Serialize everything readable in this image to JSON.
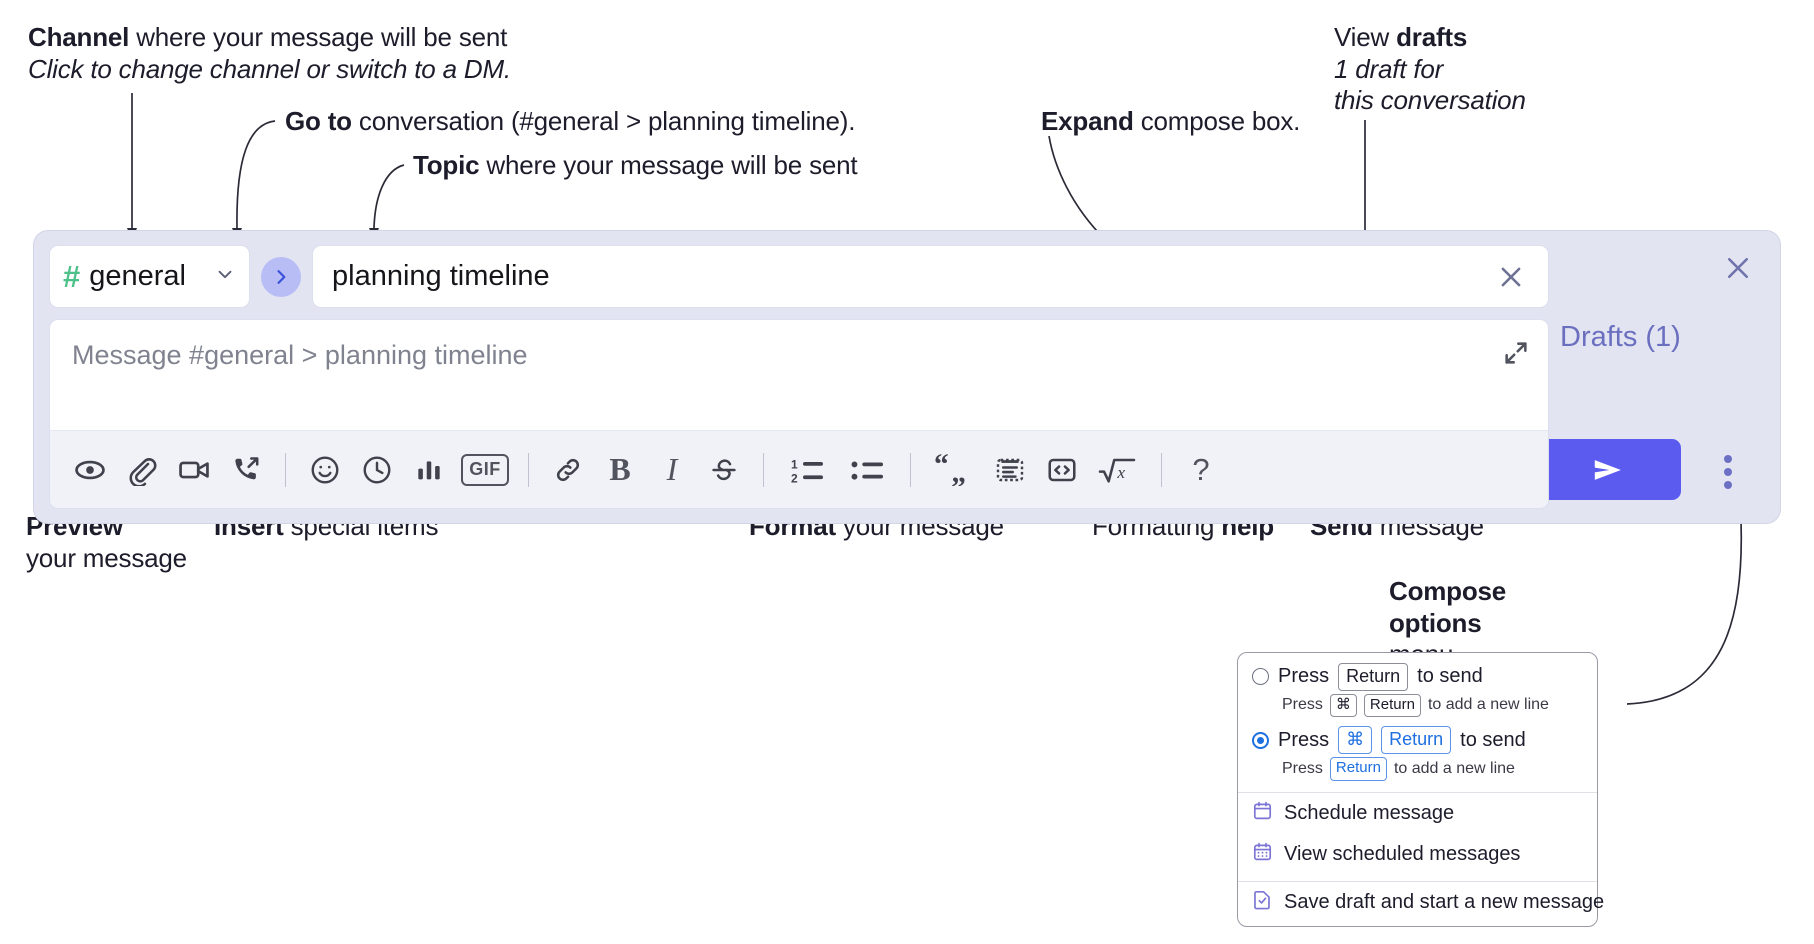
{
  "annotations": {
    "channel": {
      "bold": "Channel",
      "rest": " where your message will be sent",
      "italic": "Click to change channel or switch to a DM."
    },
    "goto": {
      "bold": "Go to",
      "rest": " conversation (#general > planning timeline)."
    },
    "topic": {
      "bold": "Topic",
      "rest": " where your message will be sent"
    },
    "expand": {
      "bold": "Expand",
      "rest": " compose box."
    },
    "drafts": {
      "pre": "View ",
      "bold": "drafts",
      "italic1": "1 draft for",
      "italic2": "this conversation"
    },
    "preview": {
      "bold": "Preview",
      "rest": "your message"
    },
    "insert": {
      "bold": "Insert",
      "rest": " special items"
    },
    "format": {
      "bold": "Format",
      "rest": " your message"
    },
    "help": {
      "pre": "Formatting ",
      "bold": "help"
    },
    "send": {
      "bold": "Send",
      "rest": " message"
    },
    "compose_options": {
      "bold1": "Compose",
      "bold2": "options",
      "rest": "menu"
    }
  },
  "compose": {
    "channel_chip": {
      "hash": "#",
      "name": "general",
      "chevron": "chevron-down"
    },
    "go_button": "go-to-conversation",
    "topic": {
      "value": "planning timeline",
      "clear": "clear-topic"
    },
    "editor": {
      "placeholder": "Message #general > planning timeline"
    },
    "expand_label": "expand-compose",
    "drafts_label": "Drafts (1)",
    "close_label": "close",
    "send_label": "send",
    "options_label": "compose-options",
    "toolbar": [
      {
        "name": "preview-icon",
        "label": "Preview"
      },
      {
        "name": "attachment-icon",
        "label": "Attach file"
      },
      {
        "name": "video-icon",
        "label": "Record video clip"
      },
      {
        "name": "audio-icon",
        "label": "Record audio clip"
      },
      {
        "sep": true
      },
      {
        "name": "emoji-icon",
        "label": "Emoji"
      },
      {
        "name": "clock-icon",
        "label": "Reminder"
      },
      {
        "name": "poll-icon",
        "label": "Poll"
      },
      {
        "name": "gif-icon",
        "label": "GIF"
      },
      {
        "sep": true
      },
      {
        "name": "link-icon",
        "label": "Link"
      },
      {
        "name": "bold-icon",
        "label": "Bold"
      },
      {
        "name": "italic-icon",
        "label": "Italic"
      },
      {
        "name": "strikethrough-icon",
        "label": "Strikethrough"
      },
      {
        "sep": true
      },
      {
        "name": "ordered-list-icon",
        "label": "Ordered list"
      },
      {
        "name": "bulleted-list-icon",
        "label": "Bulleted list"
      },
      {
        "sep": true
      },
      {
        "name": "blockquote-icon",
        "label": "Blockquote"
      },
      {
        "name": "code-block-icon",
        "label": "Code block"
      },
      {
        "name": "inline-code-icon",
        "label": "Code"
      },
      {
        "name": "math-icon",
        "label": "Math"
      },
      {
        "sep": true
      },
      {
        "name": "help-icon",
        "label": "Formatting help"
      }
    ]
  },
  "popup": {
    "option_return": {
      "pre": "Press",
      "key": "Return",
      "post": "to send",
      "selected": false
    },
    "option_return_sub": {
      "pre": "Press",
      "key1": "⌘",
      "key2": "Return",
      "post": "to add a new line"
    },
    "option_cmd_return": {
      "pre": "Press",
      "key1": "⌘",
      "key2": "Return",
      "post": "to send",
      "selected": true
    },
    "option_cmd_return_sub": {
      "pre": "Press",
      "key": "Return",
      "post": "to add a new line"
    },
    "items": [
      {
        "icon": "calendar-icon",
        "label": "Schedule message"
      },
      {
        "icon": "calendar-grid-icon",
        "label": "View scheduled messages"
      },
      {
        "icon": "save-draft-icon",
        "label": "Save draft and start a new message"
      }
    ]
  },
  "colors": {
    "panel_bg": "#e2e4f2",
    "accent_send": "#5b5bf0",
    "hash_green": "#4ec08a",
    "drafts_purple": "#6b6fbf",
    "go_btn_bg": "#b8bdf5",
    "radio_blue": "#1e6fe0"
  }
}
